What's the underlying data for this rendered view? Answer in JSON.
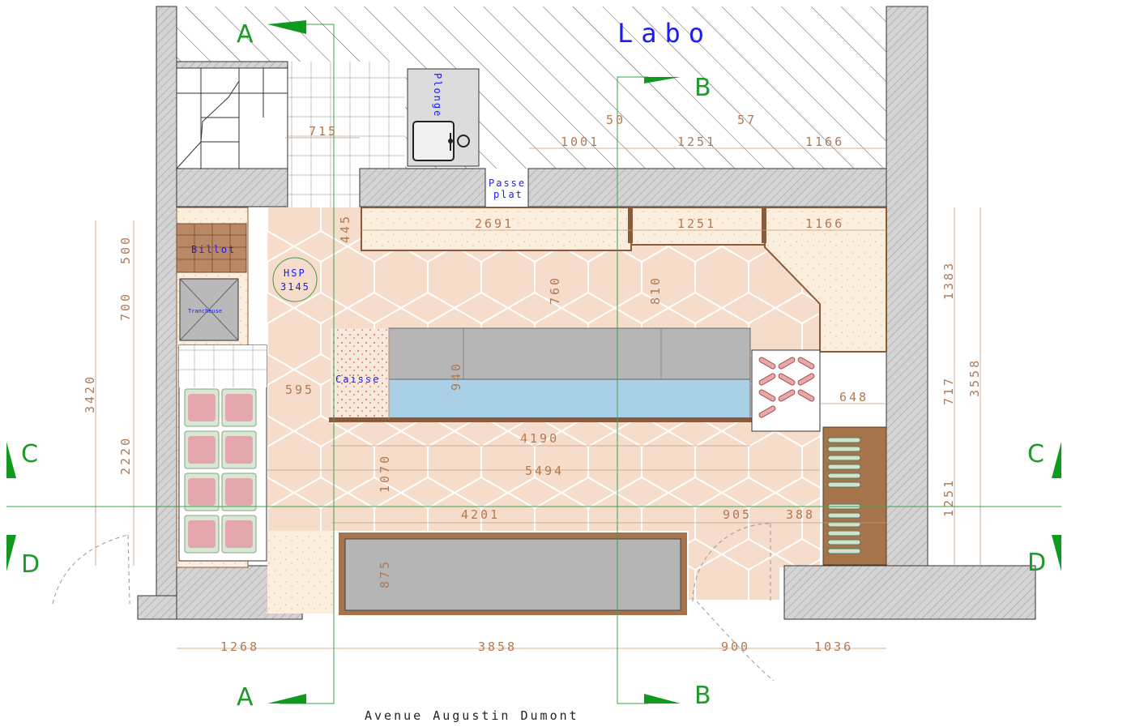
{
  "title": "Labo",
  "street": "Avenue Augustin Dumont",
  "labels": {
    "plonge": "Plonge",
    "passe_1": "Passe",
    "passe_2": "plat",
    "billot": "Billot",
    "trancheuse": "Trancheuse",
    "caisse": "Caisse",
    "hsp_1": "HSP",
    "hsp_2": "3145"
  },
  "sections": {
    "a_top": "A",
    "a_bottom": "A",
    "b_top": "B",
    "b_bottom": "B",
    "c_left": "C",
    "c_right": "C",
    "d_left": "D",
    "d_right": "D"
  },
  "dimensions": {
    "d715": "715",
    "d50": "50",
    "d57": "57",
    "d1001": "1001",
    "d1251_top": "1251",
    "d1166_top": "1166",
    "d445": "445",
    "d2691": "2691",
    "d1251_mid": "1251",
    "d1166_mid": "1166",
    "d500": "500",
    "d700": "700",
    "d3420": "3420",
    "d2220": "2220",
    "d760": "760",
    "d810": "810",
    "d595": "595",
    "d940": "940",
    "d4190": "4190",
    "d5494": "5494",
    "d1070": "1070",
    "d4201": "4201",
    "d905": "905",
    "d388": "388",
    "d875": "875",
    "d648": "648",
    "d1383": "1383",
    "d717": "717",
    "d3558": "3558",
    "d1251_right": "1251",
    "d1268": "1268",
    "d3858": "3858",
    "d900": "900",
    "d1036": "1036"
  },
  "colors": {
    "wall": "#cfcfcf",
    "floor_tiles": "#f5dccb",
    "counter": "#fbeedd",
    "display_glass": "#a9d0e6",
    "dimension": "#b07a55",
    "section_line": "#1f9a2a",
    "label": "#1a1aff"
  }
}
